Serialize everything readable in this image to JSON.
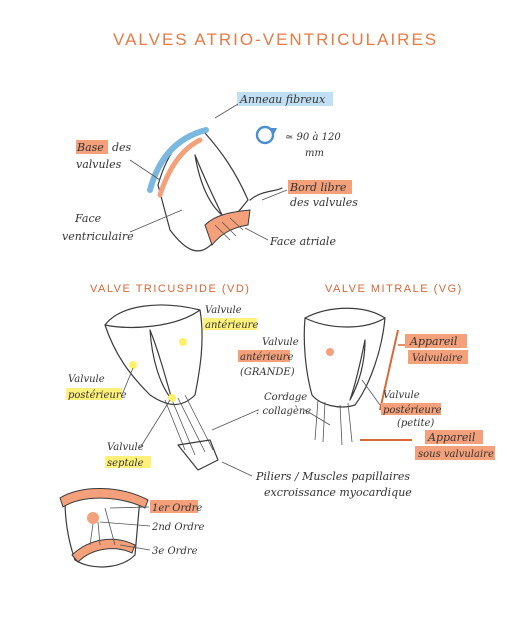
{
  "title": "VALVES ATRIO-VENTRICULAIRES",
  "top_diagram": {
    "anneau": "Anneau fibreux",
    "diameter": "≃ 90 à 120",
    "diameter_unit": "mm",
    "base_hl": "Base",
    "base_rest": "des",
    "valvule": "valvules",
    "bord_hl": "Bord libre",
    "bord_rest": "des valvules",
    "face_ventri_1": "Face",
    "face_ventri_2": "ventriculaire",
    "face_atriale": "Face atriale"
  },
  "tricuspide": {
    "heading": "VALVE TRICUSPIDE (VD)",
    "ant_1": "Valvule",
    "ant_2": "antérieure",
    "post_1": "Valvule",
    "post_2": "postérieure",
    "sept_1": "Valvule",
    "sept_2": "septale"
  },
  "mitrale": {
    "heading": "VALVE MITRALE (VG)",
    "ant_1": "Valvule",
    "ant_2": "antérieure",
    "ant_3": "(GRANDE)",
    "post_1": "Valvule",
    "post_2": "postérieure",
    "post_3": "(petite)",
    "appareil_1": "Appareil",
    "appareil_2": "Valvulaire",
    "sous_1": "Appareil",
    "sous_2": "sous valvulaire"
  },
  "cordage_1": "Cordage",
  "cordage_2": ": collagène",
  "piliers_1": "Piliers / Muscles papillaires",
  "piliers_2": "excroissance myocardique",
  "orders": {
    "first": "1er Ordre",
    "second": "2nd Ordre",
    "third": "3e Ordre"
  },
  "colors": {
    "title": "#e77a45",
    "highlight_orange": "#f4a07a",
    "highlight_yellow": "#fff06a",
    "annulus_blue": "#7ab8e0"
  },
  "icons": [
    "rotation-arrow-icon"
  ]
}
